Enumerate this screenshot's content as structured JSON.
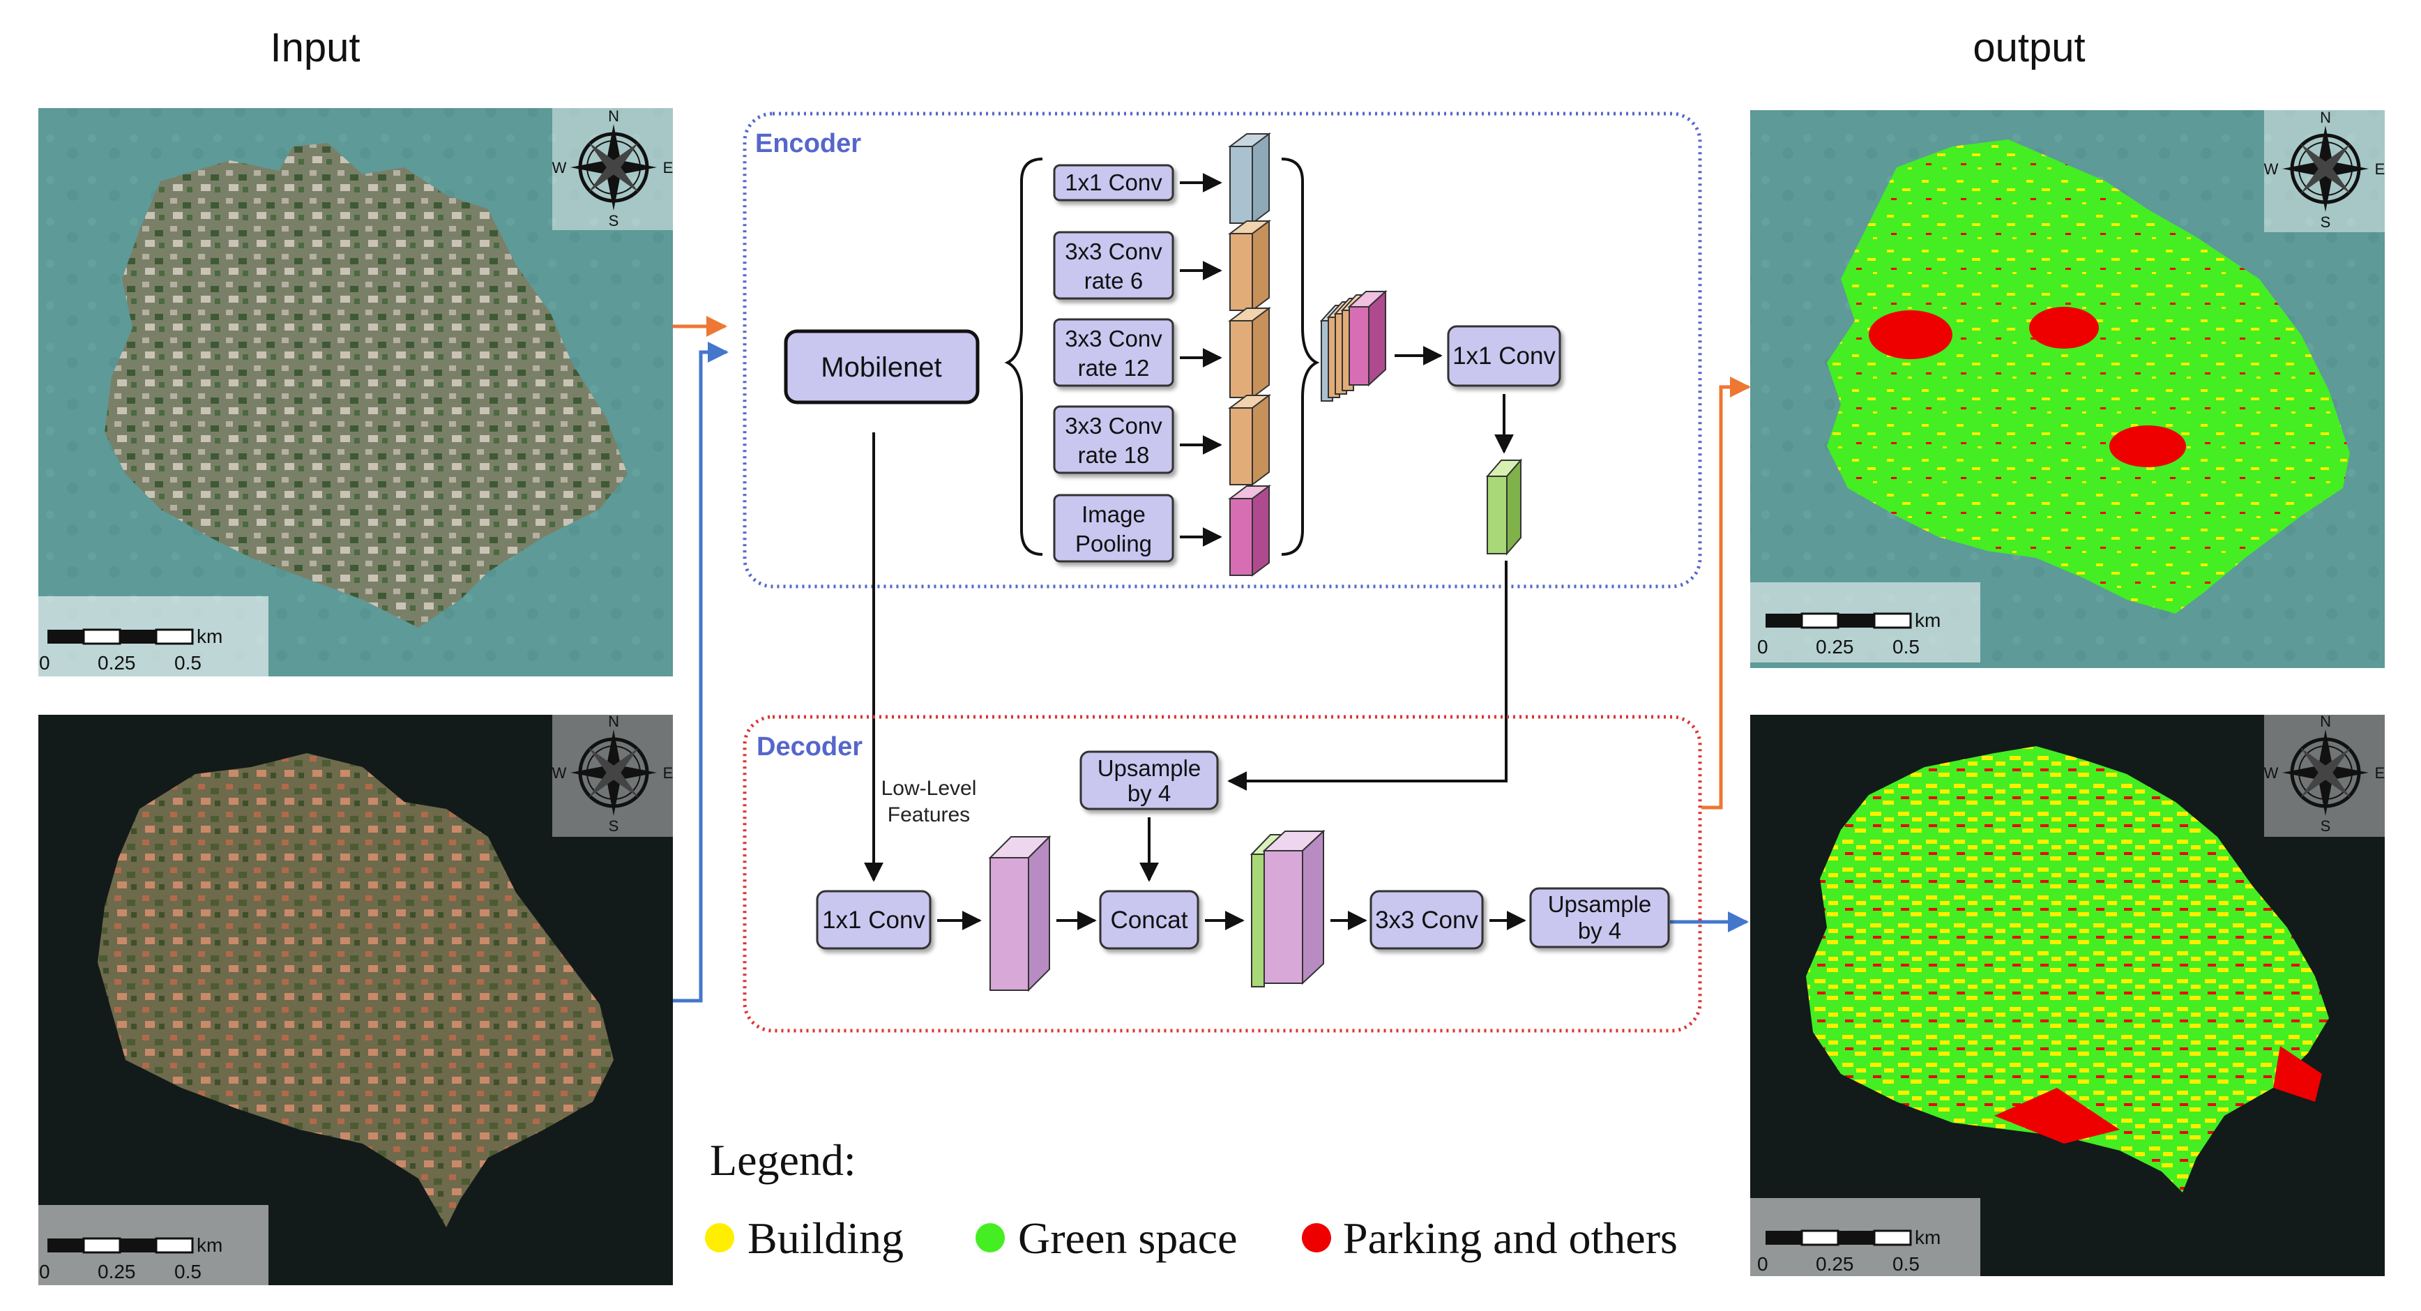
{
  "headers": {
    "input": "Input",
    "output": "output"
  },
  "scale_bar": {
    "unit": "km",
    "ticks": [
      "0",
      "0.25",
      "0.5"
    ]
  },
  "compass": {
    "n": "N",
    "s": "S",
    "e": "E",
    "w": "W"
  },
  "encoder": {
    "title": "Encoder",
    "backbone": "Mobilenet",
    "branches": [
      {
        "line1": "1x1 Conv",
        "line2": ""
      },
      {
        "line1": "3x3 Conv",
        "line2": "rate 6"
      },
      {
        "line1": "3x3 Conv",
        "line2": "rate 12"
      },
      {
        "line1": "3x3 Conv",
        "line2": "rate 18"
      },
      {
        "line1": "Image",
        "line2": "Pooling"
      }
    ],
    "fuse_conv": "1x1 Conv"
  },
  "decoder": {
    "title": "Decoder",
    "low_level_line1": "Low-Level",
    "low_level_line2": "Features",
    "upsample_top_line1": "Upsample",
    "upsample_top_line2": "by 4",
    "conv1x1": "1x1 Conv",
    "concat": "Concat",
    "conv3x3": "3x3 Conv",
    "upsample_out_line1": "Upsample",
    "upsample_out_line2": "by 4"
  },
  "legend": {
    "title": "Legend:",
    "items": [
      {
        "label": "Building",
        "color": "#ffee00"
      },
      {
        "label": "Green space",
        "color": "#44ee22"
      },
      {
        "label": "Parking and others",
        "color": "#ee0000"
      }
    ]
  },
  "colors": {
    "encoder_border": "#5566cc",
    "decoder_border": "#dd3333",
    "arrow_orange": "#ee7733",
    "arrow_blue": "#4477cc",
    "box_fill": "#c9c6f0",
    "building": "#ffee00",
    "green_space": "#44ee22",
    "parking": "#ee0000"
  }
}
